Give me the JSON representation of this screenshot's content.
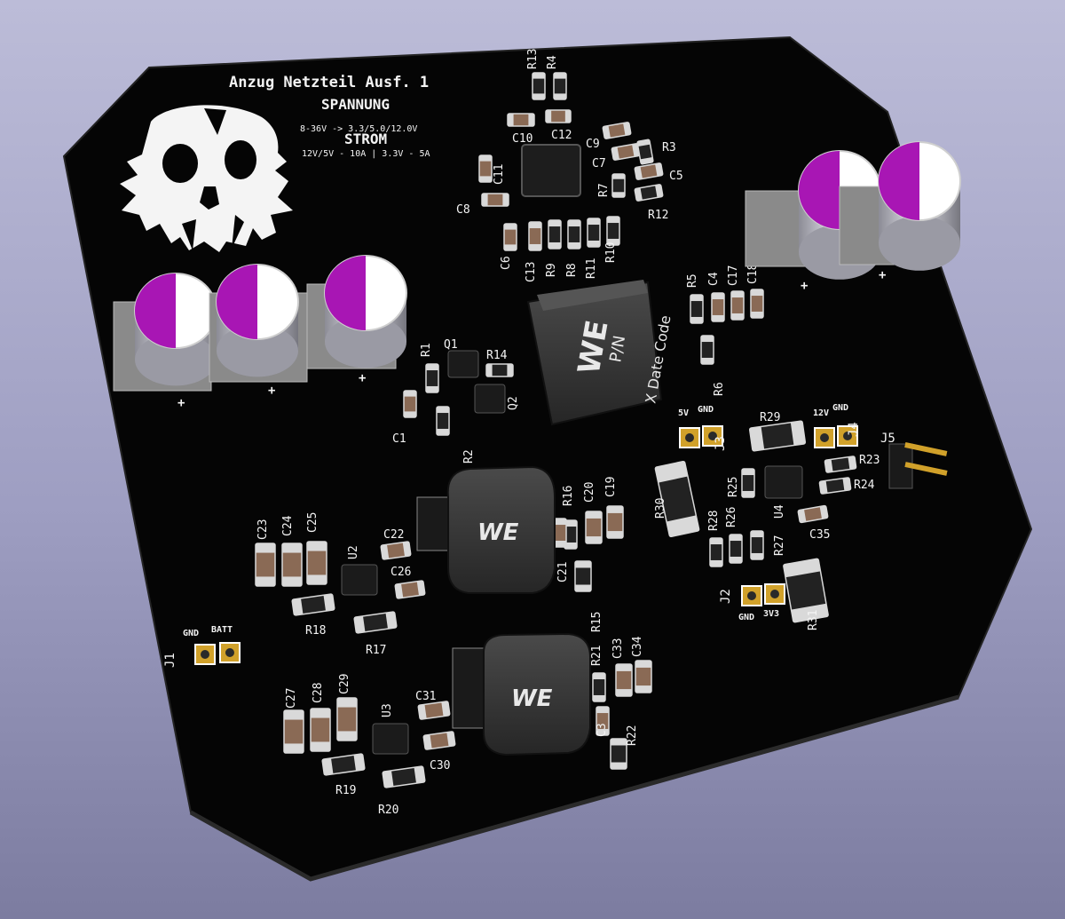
{
  "board": {
    "title": "Anzug Netzteil Ausf. 1",
    "spannung_heading": "SPANNUNG",
    "spannung_spec": "8-36V -> 3.3/5.0/12.0V",
    "strom_heading": "STROM",
    "strom_spec": "12V/5V - 10A | 3.3V - 5A"
  },
  "inductor_main": {
    "logo": "WE",
    "pn": "P/N",
    "date_code": "X Date Code"
  },
  "inductor_small": {
    "logo": "WE"
  },
  "connectors": {
    "j1": {
      "ref": "J1",
      "pin1": "GND",
      "pin2": "BATT"
    },
    "j2": {
      "ref": "J2",
      "pin1": "GND",
      "pin2": "3V3"
    },
    "j3": {
      "ref": "J3",
      "pin1": "5V",
      "pin2": "GND"
    },
    "j4": {
      "ref": "J4",
      "pin1": "12V",
      "pin2": "GND"
    },
    "j5": {
      "ref": "J5"
    }
  },
  "cap_polarity": "+",
  "refs": {
    "R13": "R13",
    "R4": "R4",
    "C10": "C10",
    "C12": "C12",
    "C9": "C9",
    "C7": "C7",
    "R3": "R3",
    "C5": "C5",
    "C11": "C11",
    "C8": "C8",
    "R7": "R7",
    "R12": "R12",
    "C6": "C6",
    "C13": "C13",
    "R9": "R9",
    "R8": "R8",
    "R11": "R11",
    "R10": "R10",
    "R5": "R5",
    "C4": "C4",
    "C17": "C17",
    "C18": "C18",
    "R6": "R6",
    "R1": "R1",
    "Q1": "Q1",
    "R14": "R14",
    "Q2": "Q2",
    "C1": "C1",
    "R2": "R2",
    "R29": "R29",
    "R23": "R23",
    "R24": "R24",
    "R25": "R25",
    "U4": "U4",
    "R30": "R30",
    "R28": "R28",
    "R26": "R26",
    "R27": "R27",
    "C35": "C35",
    "R31": "R31",
    "R16": "R16",
    "C20": "C20",
    "C19": "C19",
    "C21": "C21",
    "R15": "R15",
    "C23": "C23",
    "C24": "C24",
    "C25": "C25",
    "U2": "U2",
    "C22": "C22",
    "C26": "C26",
    "R18": "R18",
    "R17": "R17",
    "R21": "R21",
    "C33": "C33",
    "C34": "C34",
    "C32": "C3",
    "R22": "R22",
    "C27": "C27",
    "C28": "C28",
    "C29": "C29",
    "U3": "U3",
    "C31": "C31",
    "C30": "C30",
    "R19": "R19",
    "R20": "R20"
  },
  "colors": {
    "board": "#050505",
    "board_edge": "#1a1a1a",
    "silkscreen": "#f4f4f4",
    "pad_gold": "#d1a12a",
    "cap_body": "#c9c9d3",
    "cap_top_mark": "#a816b4",
    "inductor": "#3b3b3b",
    "mlcc_body": "#8a6a55"
  }
}
